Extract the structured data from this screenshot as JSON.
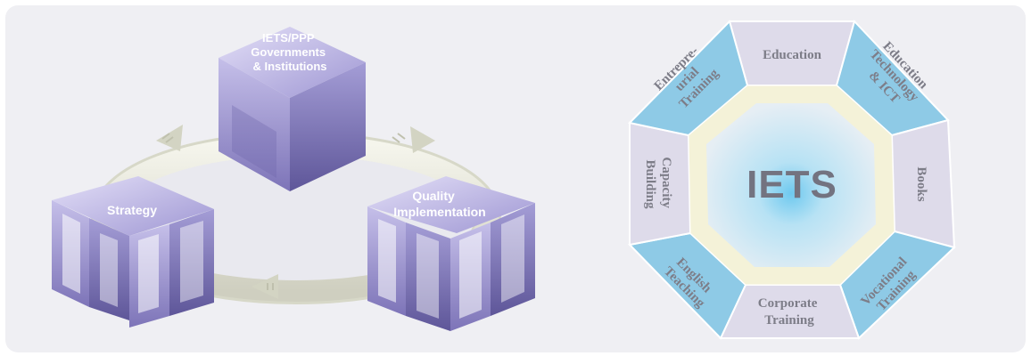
{
  "left_diagram": {
    "top_cube": {
      "lines": [
        "IETS/PPP",
        "Governments",
        "& Institutions"
      ]
    },
    "left_cube": {
      "lines": [
        "Strategy"
      ]
    },
    "right_cube": {
      "lines": [
        "Quality",
        "Implementation"
      ]
    }
  },
  "right_diagram": {
    "core": "IETS",
    "segments": {
      "top": [
        "Education"
      ],
      "top_right": [
        "Education",
        "Technology",
        "& ICT"
      ],
      "right": [
        "Books"
      ],
      "bottom_right": [
        "Vocational",
        "Training"
      ],
      "bottom": [
        "Corporate",
        "Training"
      ],
      "bottom_left": [
        "English",
        "Teaching"
      ],
      "left": [
        "Capacity",
        "Building"
      ],
      "top_left": [
        "Entrepre-",
        "urial",
        "Training"
      ]
    }
  },
  "colors": {
    "panel": "#efeff3",
    "cube_front": "#a59fd4",
    "cube_side": "#8b84c4",
    "cube_top": "#cfc9ef",
    "segment_blue": "#8ecae6",
    "segment_lavender": "#dedbea",
    "ring_cream": "#f4f2d8",
    "core_glow": "#8fd4ef",
    "text_gray": "#7d7d88"
  }
}
